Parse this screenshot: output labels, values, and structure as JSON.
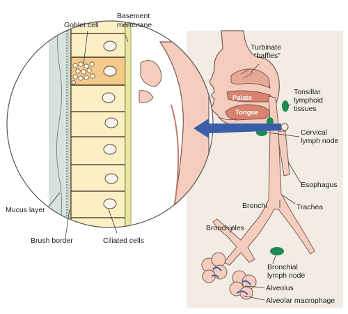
{
  "colors": {
    "panel_bg": "#f3ece4",
    "tissue": "#f4cdbf",
    "tissue_outline": "#7a5a50",
    "cell_fill": "#fbefc6",
    "cell_outline": "#5a4a30",
    "goblet_fill": "#f4c98a",
    "mucus": "#d8e2dc",
    "membrane": "#e8e6a0",
    "arrow": "#3a5fa8",
    "lymph_node": "#1d8a50",
    "nucleus": "#f7f5ee"
  },
  "labels": {
    "goblet_cell": "Goblet cell",
    "basement_membrane_1": "Basement",
    "basement_membrane_2": "membrane",
    "mucus_layer": "Mucus layer",
    "brush_border": "Brush border",
    "ciliated_cells": "Ciliated cells",
    "turbinate_1": "Turbinate",
    "turbinate_2": "“baffles”",
    "palate": "Palate",
    "tongue": "Tongue",
    "tonsillar_1": "Tonsillar",
    "tonsillar_2": "lymphoid",
    "tonsillar_3": "tissues",
    "cervical_1": "Cervical",
    "cervical_2": "lymph node",
    "esophagus": "Esophagus",
    "trachea": "Trachea",
    "bronchi": "Bronchi",
    "bronchioles": "Bronchioles",
    "bronchial_1": "Bronchial",
    "bronchial_2": "lymph node",
    "alveolus": "Alveolus",
    "alveolar_macrophage": "Alveolar macrophage"
  }
}
